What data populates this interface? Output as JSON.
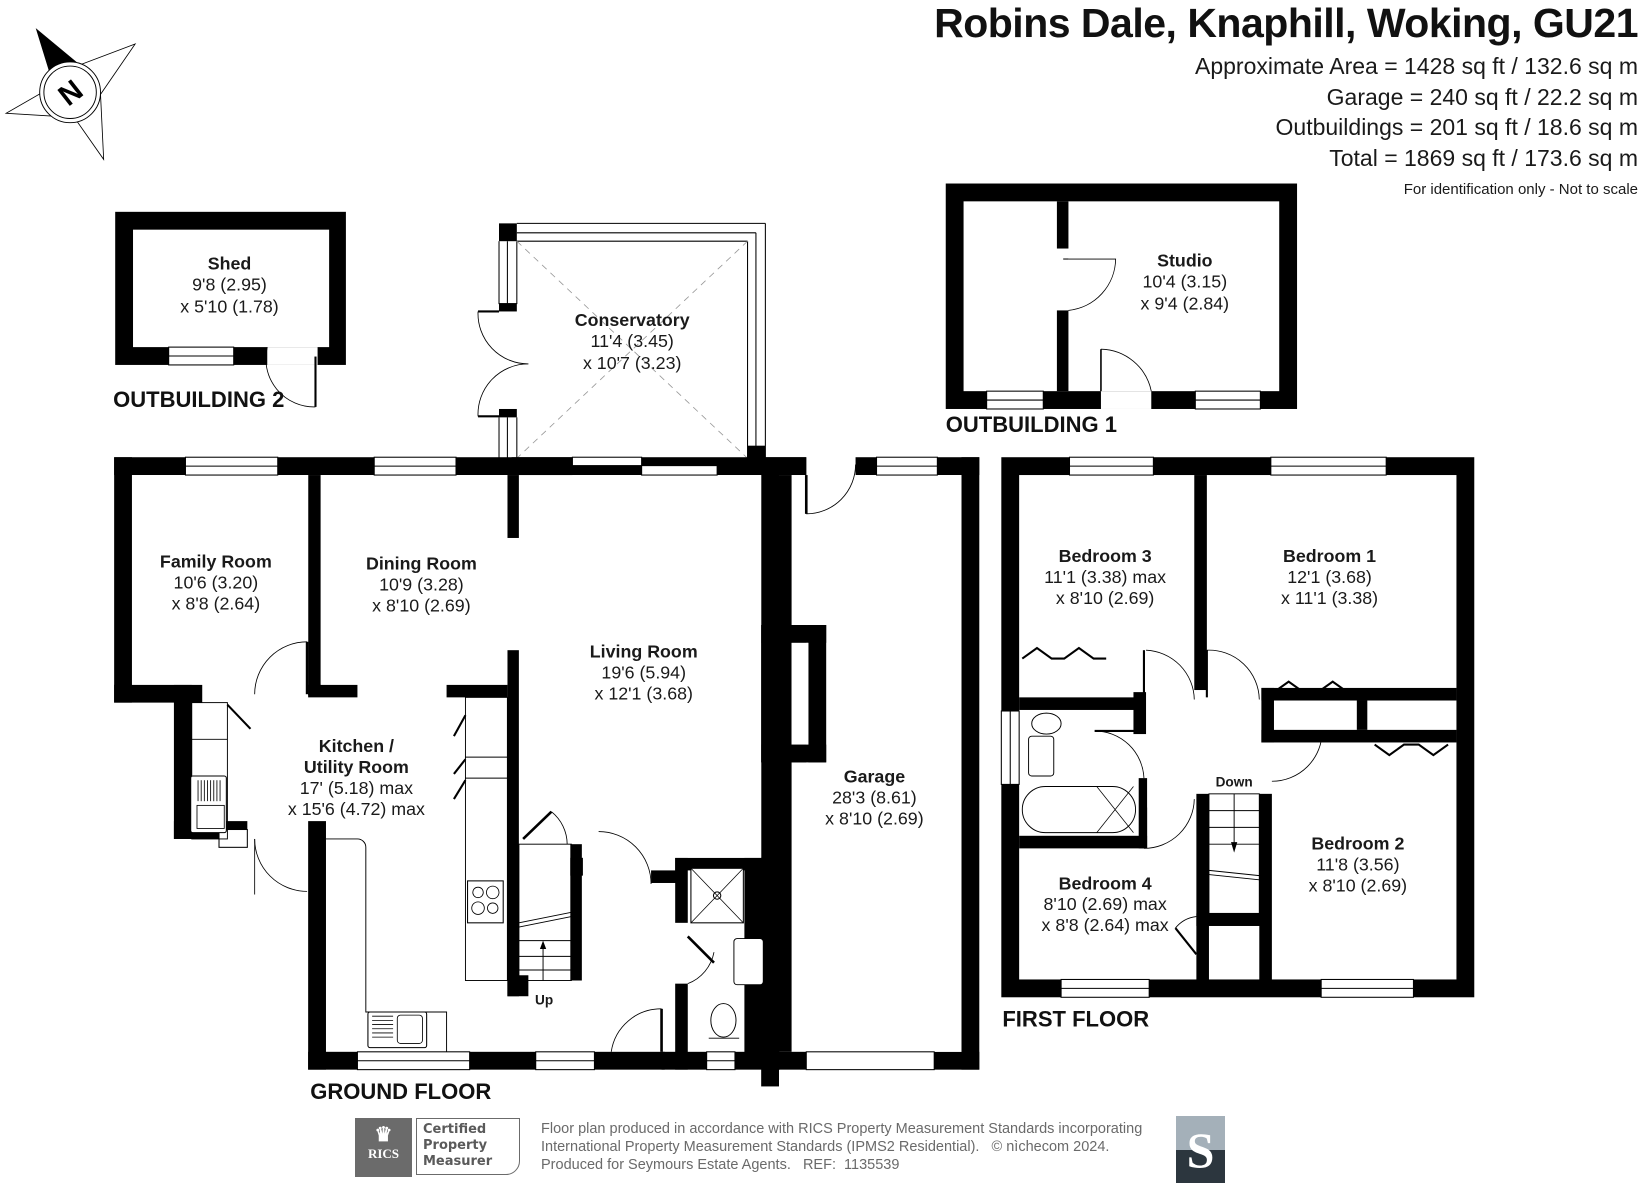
{
  "header": {
    "title": "Robins Dale, Knaphill, Woking, GU21",
    "area_lines": [
      "Approximate Area = 1428 sq ft / 132.6 sq m",
      "Garage = 240 sq ft / 22.2 sq m",
      "Outbuildings = 201 sq ft / 18.6 sq m",
      "Total = 1869 sq ft / 173.6 sq m"
    ],
    "note": "For identification only - Not to scale"
  },
  "compass": {
    "label": "N",
    "icon": "north-compass-icon"
  },
  "floors": {
    "ground": "GROUND FLOOR",
    "first": "FIRST FLOOR",
    "outbuilding1": "OUTBUILDING 1",
    "outbuilding2": "OUTBUILDING 2"
  },
  "rooms": {
    "shed": {
      "name": "Shed",
      "dim1": "9'8 (2.95)",
      "dim2": "x 5'10 (1.78)"
    },
    "conservatory": {
      "name": "Conservatory",
      "dim1": "11'4 (3.45)",
      "dim2": "x 10'7 (3.23)"
    },
    "studio": {
      "name": "Studio",
      "dim1": "10'4 (3.15)",
      "dim2": "x 9'4 (2.84)"
    },
    "family_room": {
      "name": "Family Room",
      "dim1": "10'6 (3.20)",
      "dim2": "x 8'8 (2.64)"
    },
    "dining_room": {
      "name": "Dining Room",
      "dim1": "10'9 (3.28)",
      "dim2": "x 8'10 (2.69)"
    },
    "living_room": {
      "name": "Living Room",
      "dim1": "19'6 (5.94)",
      "dim2": "x 12'1 (3.68)"
    },
    "kitchen": {
      "name1": "Kitchen /",
      "name2": "Utility Room",
      "dim1": "17' (5.18) max",
      "dim2": "x 15'6 (4.72) max"
    },
    "garage": {
      "name": "Garage",
      "dim1": "28'3 (8.61)",
      "dim2": "x 8'10 (2.69)"
    },
    "bedroom3": {
      "name": "Bedroom 3",
      "dim1": "11'1 (3.38) max",
      "dim2": "x 8'10 (2.69)"
    },
    "bedroom1": {
      "name": "Bedroom 1",
      "dim1": "12'1 (3.68)",
      "dim2": "x 11'1 (3.38)"
    },
    "bedroom2": {
      "name": "Bedroom 2",
      "dim1": "11'8 (3.56)",
      "dim2": "x 8'10 (2.69)"
    },
    "bedroom4": {
      "name": "Bedroom 4",
      "dim1": "8'10 (2.69) max",
      "dim2": "x 8'8 (2.64) max"
    }
  },
  "stairs": {
    "up": "Up",
    "down": "Down"
  },
  "footer": {
    "rics_badge": {
      "brand": "RICS",
      "line1": "Certified",
      "line2": "Property",
      "line3": "Measurer"
    },
    "lines": [
      "Floor plan produced in accordance with RICS Property Measurement Standards incorporating",
      "International Property Measurement Standards (IPMS2 Residential).   © nìchecom 2024.",
      "Produced for Seymours Estate Agents.   REF:  1135539"
    ],
    "agent_logo_letter": "S"
  },
  "colors": {
    "wall": "#000000",
    "background": "#ffffff",
    "text": "#1a1a1a",
    "footer_text": "#6a6a6a",
    "logo_top": "#a4b0b9",
    "logo_bottom": "#2c363e",
    "rics_grey": "#6b6b6b"
  }
}
